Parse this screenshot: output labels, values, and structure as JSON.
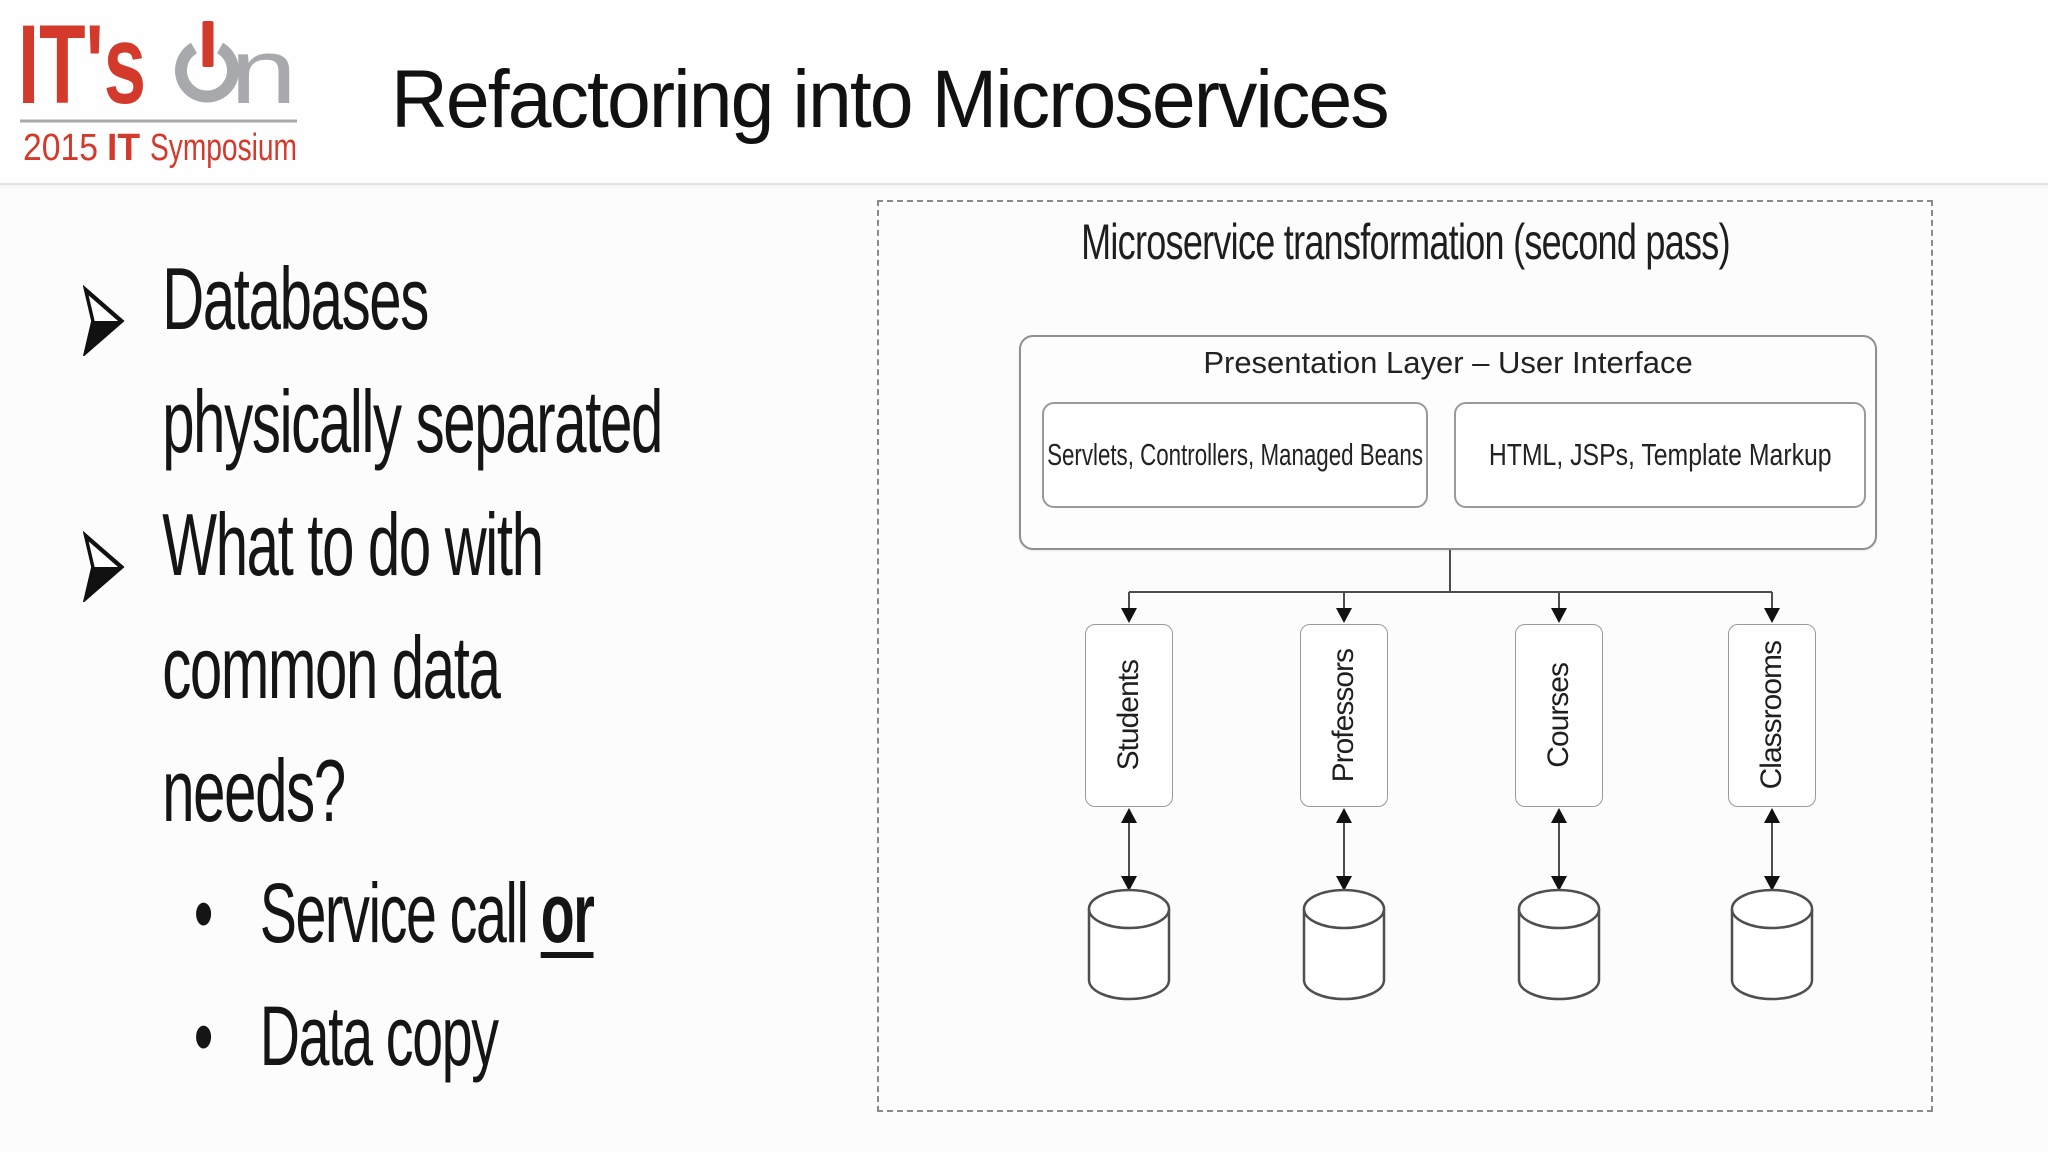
{
  "logo": {
    "title": "IT's",
    "on_suffix": "n",
    "tagline_year": "2015",
    "tagline_bold": "IT",
    "tagline_text": "Symposium",
    "accent_color": "#d33a2b",
    "gray_color": "#a7a9ac"
  },
  "header": {
    "title": "Refactoring into Microservices"
  },
  "bullets": [
    {
      "text": "Databases physically separated"
    },
    {
      "text": "What to do with common data needs?"
    }
  ],
  "sub_bullets": [
    {
      "text": "Service call",
      "emphasis": "or"
    },
    {
      "text": "Data copy",
      "emphasis": ""
    }
  ],
  "diagram": {
    "title": "Microservice transformation (second pass)",
    "presentation_layer": {
      "label": "Presentation Layer – User Interface",
      "left_box": "Servlets, Controllers, Managed Beans",
      "right_box": "HTML, JSPs, Template Markup"
    },
    "services": [
      "Students",
      "Professors",
      "Courses",
      "Classrooms"
    ]
  }
}
